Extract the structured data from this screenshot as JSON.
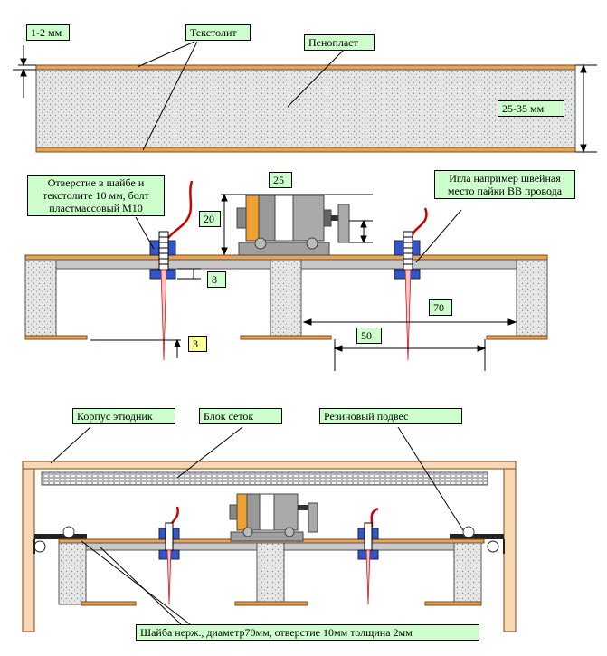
{
  "top": {
    "thickness_label": "1-2 мм",
    "textolite_label": "Текстолит",
    "foam_label": "Пенопласт",
    "foam_thickness_label": "25-35 мм"
  },
  "middle": {
    "hole_note": "Отверстие в шайбе и текстолите 10 мм, болт пластмассовый М10",
    "needle_note": "Игла например швейная место пайки ВВ провода",
    "dim_25": "25",
    "dim_20": "20",
    "dim_8": "8",
    "dim_3": "3",
    "dim_70": "70",
    "dim_50": "50"
  },
  "bottom": {
    "case_label": "Корпус этюдник",
    "grid_label": "Блок сеток",
    "suspension_label": "Резиновый подвес",
    "washer_note": "Шайба нерж., диаметр70мм, отверстие 10мм толщина 2мм"
  },
  "colors": {
    "textolite": "#e8a25a",
    "foam": "#e0e0e0",
    "plate": "#c8c8c8",
    "washer": "#3355cc",
    "wire": "#cc0000",
    "label_bg": "#ccffcc",
    "highlight_bg": "#ffff99",
    "case": "#f8d7b4"
  }
}
